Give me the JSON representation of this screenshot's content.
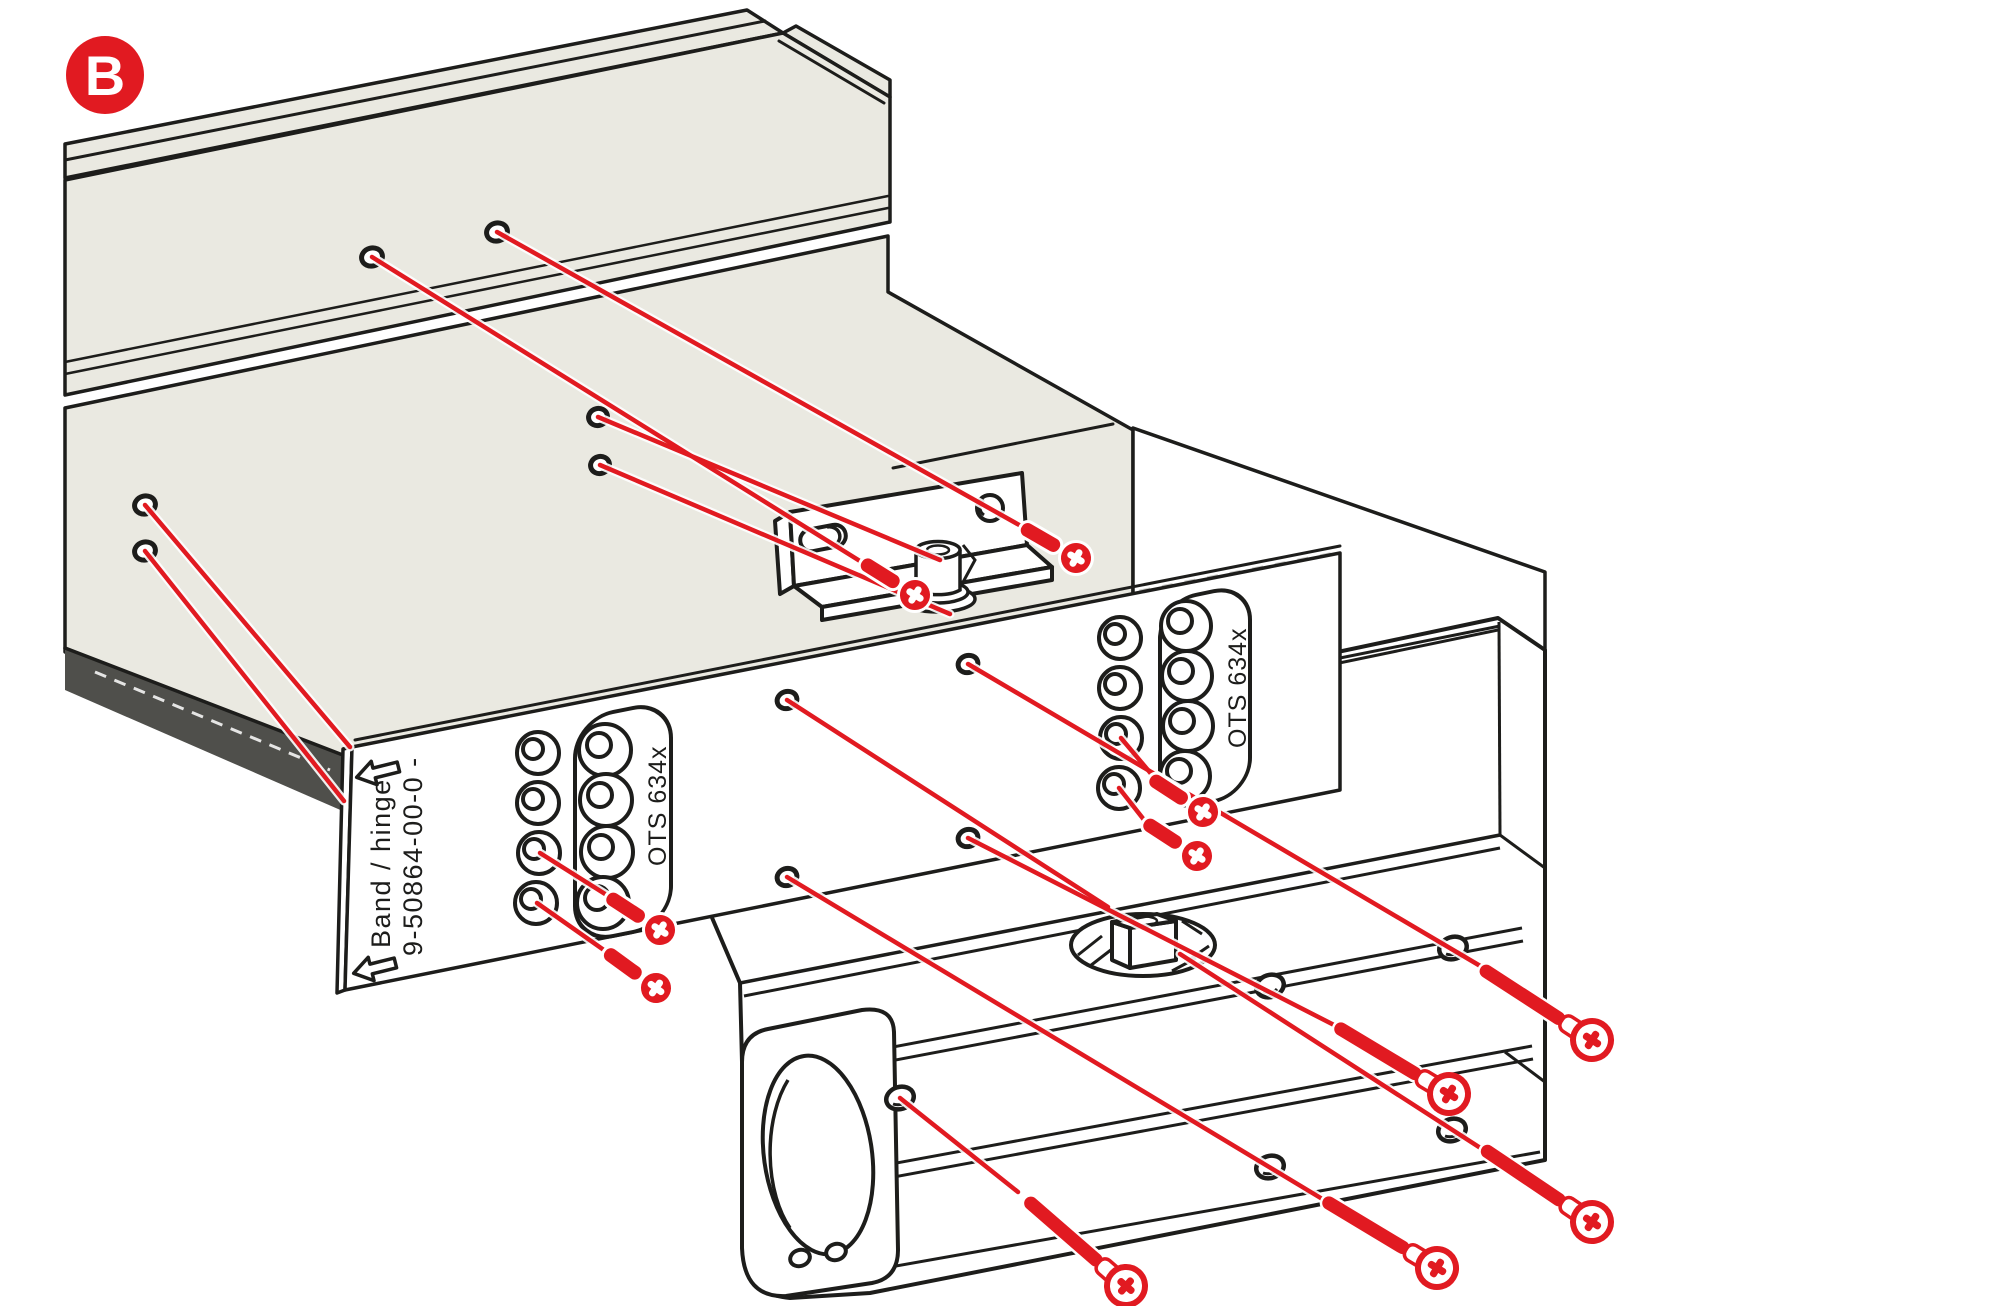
{
  "figure": {
    "step_label": "B",
    "type": "door-closer installation exploded diagram"
  },
  "mounting_plate": {
    "marking_line1": "Band / hinge",
    "marking_line2": "9-50864-00-0  -",
    "model_marking_left": "OTS 634x",
    "model_marking_right": "OTS 634x"
  },
  "colors": {
    "accent_red": "#e11a21",
    "panel_beige": "#eae9e1",
    "outline_black": "#1d1d1b",
    "shadow_gray": "#4f4f4b",
    "surface_white": "#ffffff"
  }
}
